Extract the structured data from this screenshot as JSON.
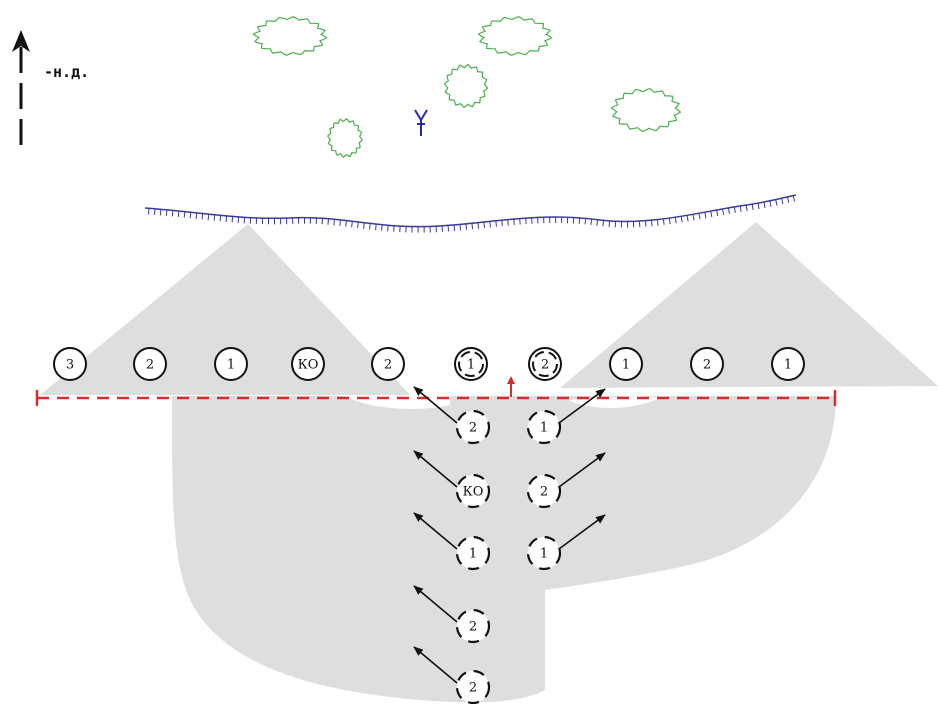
{
  "compass": {
    "label": "-н.д."
  },
  "colors": {
    "zone_fill": "#dedede",
    "trench": "#3a3a9a",
    "bush": "#4caf50",
    "enemy_symbol": "#2a2ab0",
    "phase_line": "#d32f2f",
    "ink": "#111111"
  },
  "icons": {
    "north_arrow": "arrow-up-icon",
    "enemy": "enemy-post-icon",
    "bush": "bush-icon",
    "trench": "trench-line-icon"
  },
  "front_line_units": [
    {
      "label": "3",
      "style": "solid"
    },
    {
      "label": "2",
      "style": "solid"
    },
    {
      "label": "1",
      "style": "solid"
    },
    {
      "label": "КО",
      "style": "solid"
    },
    {
      "label": "2",
      "style": "solid"
    },
    {
      "label": "1",
      "style": "double-dashed"
    },
    {
      "label": "2",
      "style": "double-dashed"
    },
    {
      "label": "1",
      "style": "solid"
    },
    {
      "label": "2",
      "style": "solid"
    },
    {
      "label": "1",
      "style": "solid"
    }
  ],
  "left_column_units": [
    {
      "label": "2",
      "style": "dashed",
      "arrow": "up-left"
    },
    {
      "label": "КО",
      "style": "dashed",
      "arrow": "up-left"
    },
    {
      "label": "1",
      "style": "dashed",
      "arrow": "up-left"
    },
    {
      "label": "2",
      "style": "dashed",
      "arrow": "up-left"
    },
    {
      "label": "2",
      "style": "dashed",
      "arrow": "up-left"
    }
  ],
  "right_column_units": [
    {
      "label": "1",
      "style": "dashed",
      "arrow": "up-right"
    },
    {
      "label": "2",
      "style": "dashed",
      "arrow": "up-right"
    },
    {
      "label": "1",
      "style": "dashed",
      "arrow": "up-right"
    }
  ]
}
